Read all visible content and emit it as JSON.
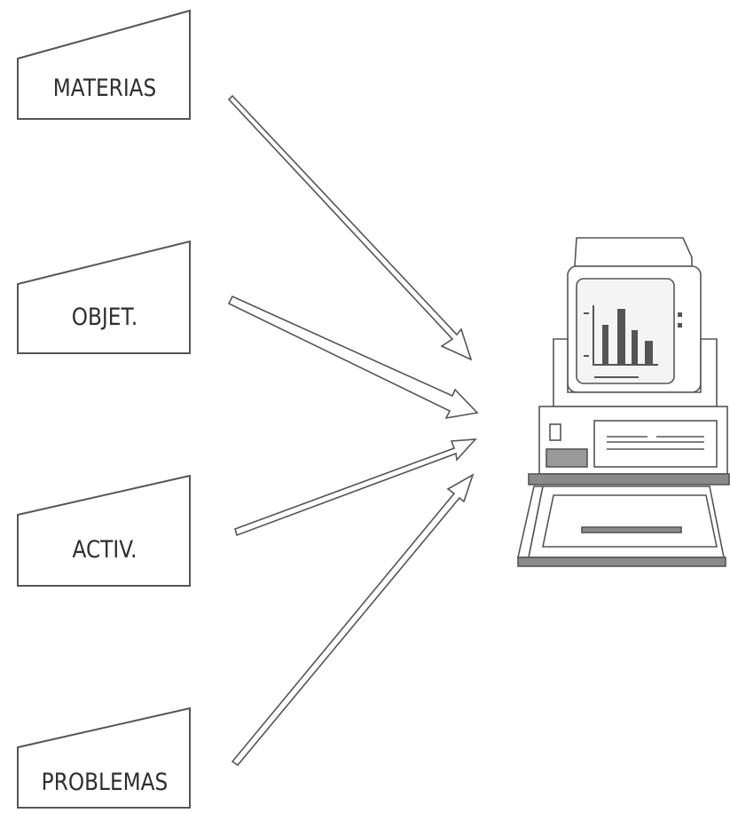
{
  "diagram": {
    "inputs": [
      {
        "id": "materias",
        "label": "MATERIAS"
      },
      {
        "id": "objet",
        "label": "OBJET."
      },
      {
        "id": "activ",
        "label": "ACTIV."
      },
      {
        "id": "problemas",
        "label": "PROBLEMAS"
      }
    ],
    "target": {
      "icon": "computer-icon"
    },
    "connector": {
      "icon": "double-line-arrow-icon"
    }
  },
  "colors": {
    "ink": "#3a3a3a",
    "stroke": "#555555",
    "screen_fill": "#f4f4f4",
    "shadow": "#8a8a8a"
  }
}
